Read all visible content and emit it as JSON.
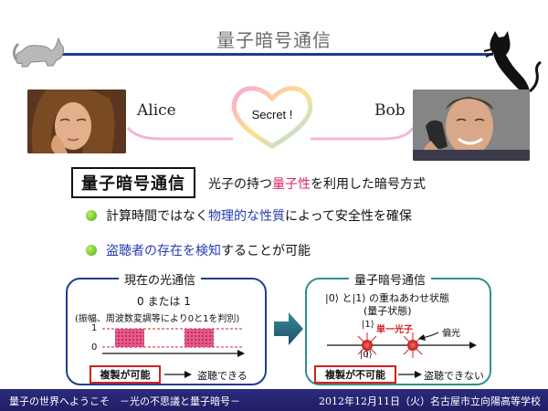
{
  "slide": {
    "title": "量子暗号通信"
  },
  "people": {
    "alice": "Alice",
    "bob": "Bob",
    "secret": "Secret !"
  },
  "main": {
    "box_title": "量子暗号通信",
    "definition": {
      "before": "光子の持つ",
      "highlight": "量子性",
      "after": "を利用した暗号方式"
    },
    "bullets": [
      {
        "before": "計算時間ではなく",
        "highlight": "物理的な性質",
        "after": "によって安全性を確保"
      },
      {
        "before": "",
        "highlight": "盗聴者の存在を検知",
        "after": "することが可能"
      }
    ]
  },
  "classical": {
    "label": "現在の光通信",
    "value_line": "0 または 1",
    "method_line": "(振幅、周波数変調等により0と1を判別)",
    "level_high": "1",
    "level_low": "0",
    "copy_label": "複製が可能",
    "result": "盗聴できる"
  },
  "quantum": {
    "label": "量子暗号通信",
    "state_line": "|0⟩ と|1⟩ の重ねあわせ状態",
    "state_sub": "(量子状態)",
    "ket1": "|1⟩",
    "ket0": "|0⟩",
    "single_photon": "単一光子",
    "polarization": "偏光",
    "copy_label": "複製が不可能",
    "result": "盗聴できない"
  },
  "footer": {
    "left": "量子の世界へようこそ　－光の不思議と量子暗号－",
    "right": "2012年12月11日（火）名古屋市立向陽高等学校"
  },
  "colors": {
    "accent_red": "#e0245e",
    "accent_blue": "#2a3bb0",
    "footer_bg": "#2c2a7e"
  }
}
